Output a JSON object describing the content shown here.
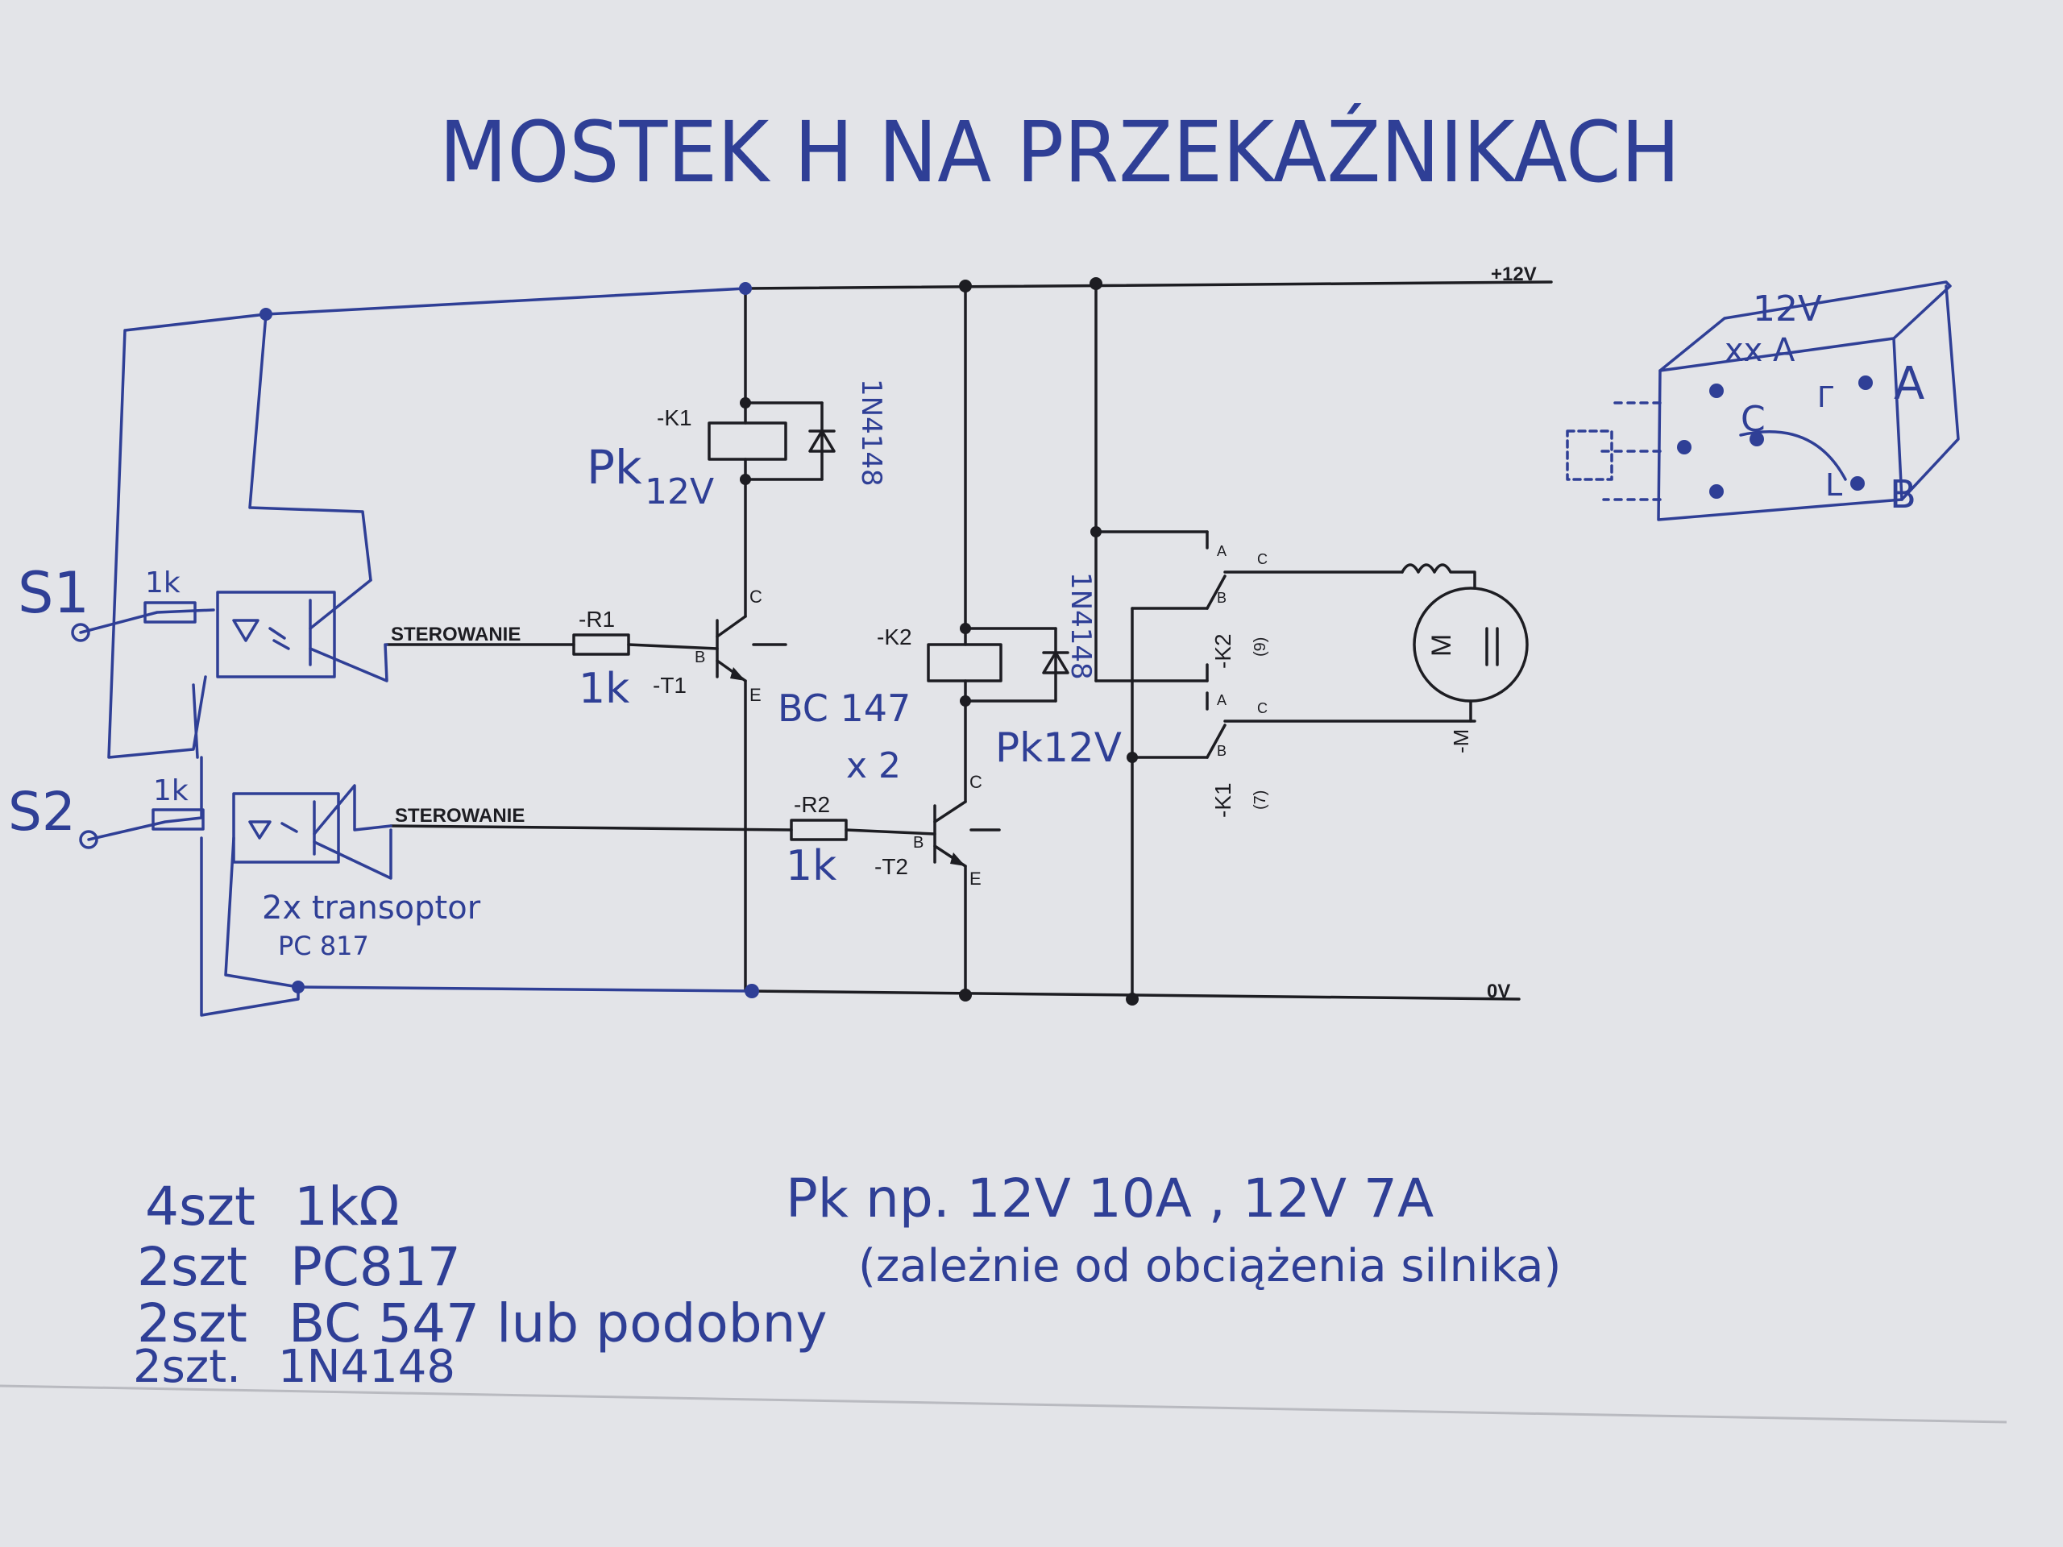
{
  "title": "MOSTEK H NA PRZEKAŹNIKACH",
  "rails": {
    "vcc": "+12V",
    "gnd": "0V"
  },
  "inputs": {
    "s1": "S1",
    "s2": "S2",
    "r_in1": "1k",
    "r_in2": "1k"
  },
  "signals": {
    "ster1": "STEROWANIE",
    "ster2": "STEROWANIE"
  },
  "resistors": {
    "r1_ref": "-R1",
    "r1_val": "1k",
    "r2_ref": "-R2",
    "r2_val": "1k"
  },
  "transistors": {
    "t1_ref": "-T1",
    "t2_ref": "-T2",
    "b": "B",
    "c": "C",
    "e": "E",
    "type": "BC 147",
    "qty": "x 2"
  },
  "relays": {
    "k1_ref": "-K1",
    "k2_ref": "-K2",
    "k1_note_a": "Pk",
    "k1_note_b": "12V",
    "k2_note": "Pk12V",
    "diode1": "1N4148",
    "diode2": "1N4148",
    "k1_contact": "-K1",
    "k2_contact": "-K2",
    "k1_pin": "(7)",
    "k2_pin": "(9)",
    "pin_a": "A",
    "pin_b": "B",
    "pin_c": "C"
  },
  "motor": {
    "symbol": "M",
    "ref": "-M"
  },
  "optocoupler_note": [
    "2x transoptor",
    "PC 817"
  ],
  "relay_sketch": {
    "voltage": "12V",
    "current": "xx A",
    "label_a": "A",
    "label_b": "B",
    "label_c": "C",
    "label_l": "L",
    "label_r": "Г"
  },
  "parts_list": [
    {
      "qty": "4szt",
      "part": "1kΩ"
    },
    {
      "qty": "2szt",
      "part": "PC817"
    },
    {
      "qty": "2szt",
      "part": "BC 547 lub podobny"
    },
    {
      "qty": "2szt.",
      "part": "1N4148"
    }
  ],
  "relay_note": {
    "line1": "Pk np. 12V 10A , 12V 7A",
    "line2": "(zależnie od obciążenia silnika)"
  }
}
